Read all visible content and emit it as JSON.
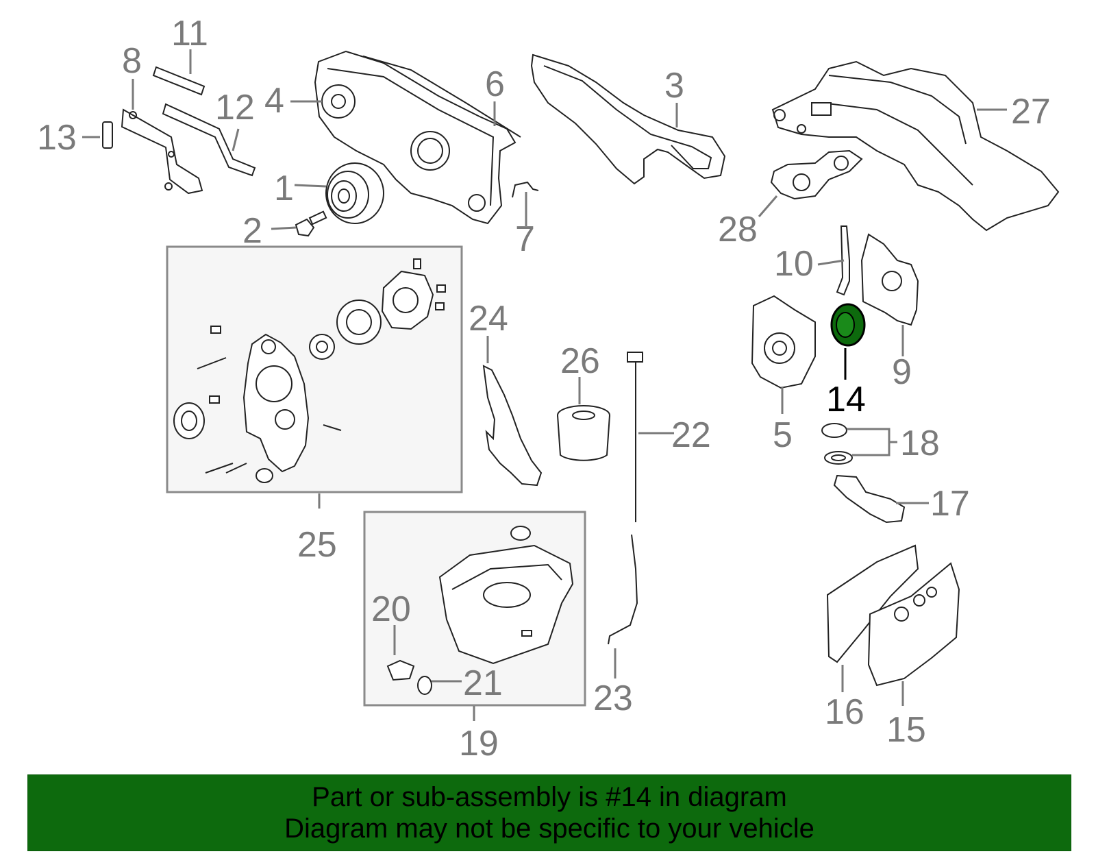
{
  "labels": {
    "l1": "1",
    "l2": "2",
    "l3": "3",
    "l4": "4",
    "l5": "5",
    "l6": "6",
    "l7": "7",
    "l8": "8",
    "l9": "9",
    "l10": "10",
    "l11": "11",
    "l12": "12",
    "l13": "13",
    "l14": "14",
    "l15": "15",
    "l16": "16",
    "l17": "17",
    "l18": "18",
    "l19": "19",
    "l20": "20",
    "l21": "21",
    "l22": "22",
    "l23": "23",
    "l24": "24",
    "l25": "25",
    "l26": "26",
    "l27": "27",
    "l28": "28"
  },
  "highlight": {
    "part": "14",
    "color": "#0d6a0d"
  },
  "footer": {
    "line1": "Part or sub-assembly is #14 in diagram",
    "line2": "Diagram may not be specific to your vehicle",
    "background": "#0d6a0d"
  }
}
